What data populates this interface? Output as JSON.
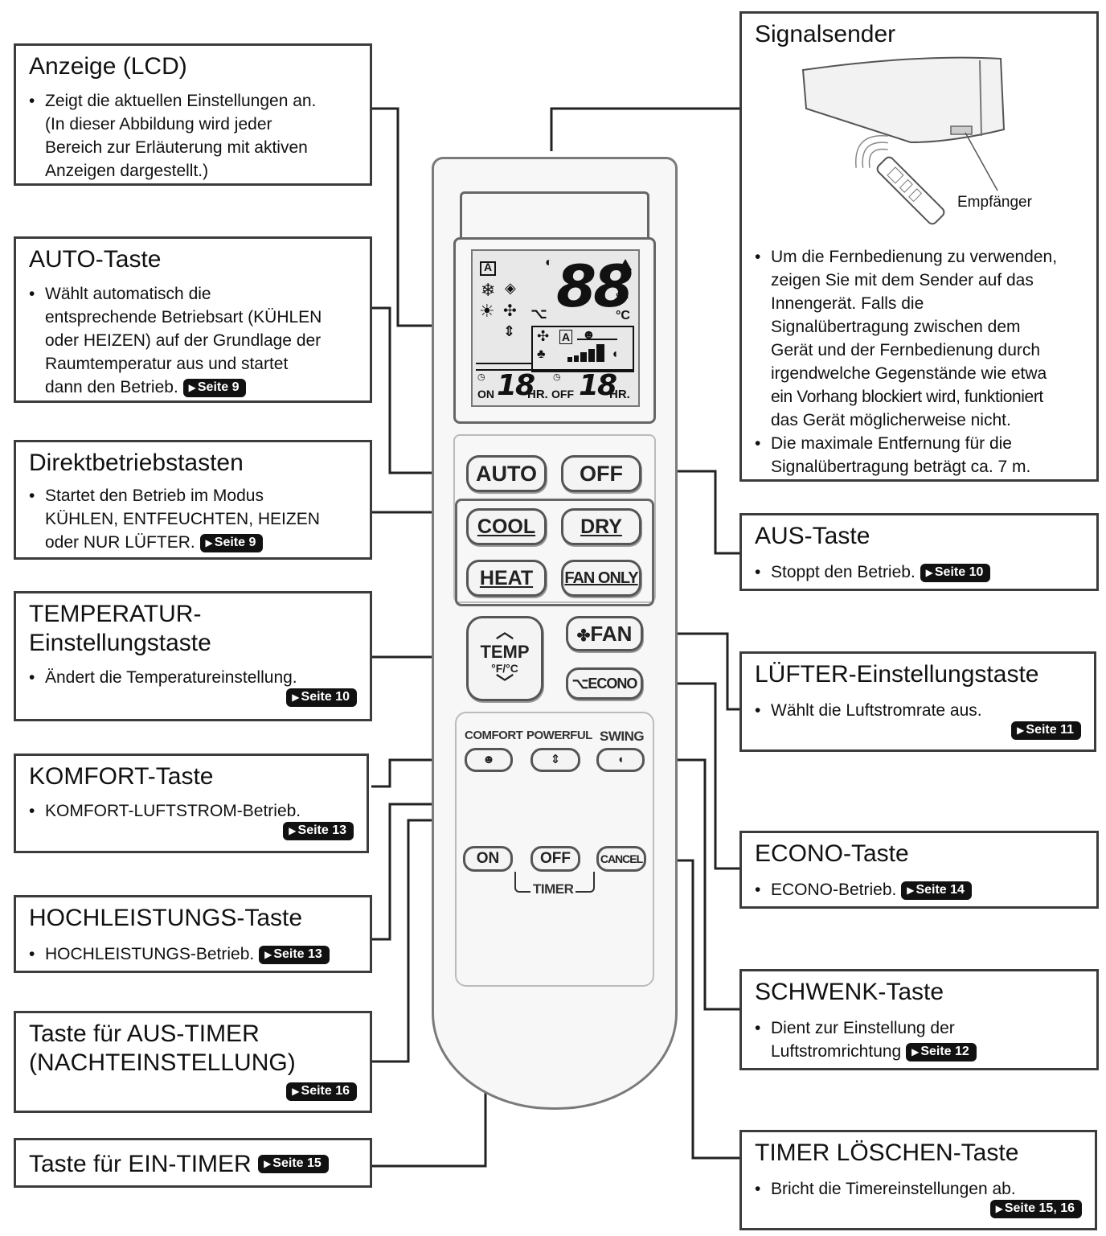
{
  "callouts": {
    "lcd": {
      "title": "Anzeige (LCD)",
      "text1": "Zeigt die aktuellen Einstellungen an.",
      "text2": "(In dieser Abbildung wird jeder",
      "text3": "Bereich zur Erläuterung mit aktiven",
      "text4": "Anzeigen dargestellt.)"
    },
    "auto": {
      "title": "AUTO-Taste",
      "text1": "Wählt automatisch die",
      "text2": "entsprechende Betriebsart (KÜHLEN",
      "text3": "oder HEIZEN) auf der Grundlage der",
      "text4": "Raumtemperatur aus und startet",
      "text5": "dann den Betrieb.",
      "page": "Seite 9"
    },
    "direct": {
      "title": "Direktbetriebstasten",
      "text1": "Startet den Betrieb im Modus",
      "text2": "KÜHLEN, ENTFEUCHTEN, HEIZEN",
      "text3": "oder NUR LÜFTER.",
      "page": "Seite 9"
    },
    "temp": {
      "title1": "TEMPERATUR-",
      "title2": "Einstellungstaste",
      "text1": "Ändert die Temperatureinstellung.",
      "page": "Seite 10"
    },
    "comfort": {
      "title": "KOMFORT-Taste",
      "text1": "KOMFORT-LUFTSTROM-Betrieb.",
      "page": "Seite 13"
    },
    "powerful": {
      "title": "HOCHLEISTUNGS-Taste",
      "text1": "HOCHLEISTUNGS-Betrieb.",
      "page": "Seite 13"
    },
    "off_timer": {
      "title1": "Taste für AUS-TIMER",
      "title2": "(NACHTEINSTELLUNG)",
      "page": "Seite 16"
    },
    "on_timer": {
      "title": "Taste für EIN-TIMER",
      "page": "Seite 15"
    },
    "signal": {
      "title": "Signalsender",
      "receiver": "Empfänger",
      "text1": "Um die Fernbedienung zu verwenden,",
      "text2": "zeigen Sie mit dem Sender auf das",
      "text3": "Innengerät. Falls die",
      "text4": "Signalübertragung zwischen dem",
      "text5": "Gerät und der Fernbedienung durch",
      "text6": "irgendwelche Gegenstände wie etwa",
      "text7": "ein Vorhang blockiert wird, funktioniert",
      "text8": "das Gerät möglicherweise nicht.",
      "text9": "Die maximale Entfernung für die",
      "text10": "Signalübertragung beträgt ca. 7 m."
    },
    "aus": {
      "title": "AUS-Taste",
      "text1": "Stoppt den Betrieb.",
      "page": "Seite 10"
    },
    "fan": {
      "title": "LÜFTER-Einstellungstaste",
      "text1": "Wählt die Luftstromrate aus.",
      "page": "Seite 11"
    },
    "econo": {
      "title": "ECONO-Taste",
      "text1": "ECONO-Betrieb.",
      "page": "Seite 14"
    },
    "swing": {
      "title": "SCHWENK-Taste",
      "text1": "Dient zur Einstellung der",
      "text2": "Luftstromrichtung",
      "page": "Seite 12"
    },
    "cancel": {
      "title": "TIMER LÖSCHEN-Taste",
      "text1": "Bricht die Timereinstellungen ab.",
      "page": "Seite 15, 16"
    }
  },
  "remote": {
    "buttons": {
      "auto": "AUTO",
      "off": "OFF",
      "cool": "COOL",
      "dry": "DRY",
      "heat": "HEAT",
      "fan_only": "FAN ONLY",
      "temp": "TEMP",
      "temp_unit": "°F/°C",
      "fan": "FAN",
      "econo": "ECONO",
      "comfort": "COMFORT",
      "powerful": "POWERFUL",
      "swing": "SWING",
      "timer_on": "ON",
      "timer_off": "OFF",
      "timer_cancel": "CANCEL",
      "timer_label": "TIMER"
    },
    "lcd": {
      "temp_digits": "88",
      "unit_f": "°F",
      "unit_c": "°C",
      "on_label": "ON",
      "on_digits": "18",
      "hr1": "HR.",
      "off_label": "OFF",
      "off_digits": "18",
      "hr2": "HR.",
      "auto_symbol": "A"
    }
  },
  "icons": {
    "cool": "snowflake-icon",
    "heat": "sun-icon",
    "fan": "fan-icon",
    "dry": "droplet-icon",
    "comfort": "person-icon",
    "powerful": "powerful-icon",
    "swing": "swing-icon",
    "econo": "econo-icon",
    "timer": "clock-icon",
    "play": "triangle-right-icon"
  }
}
